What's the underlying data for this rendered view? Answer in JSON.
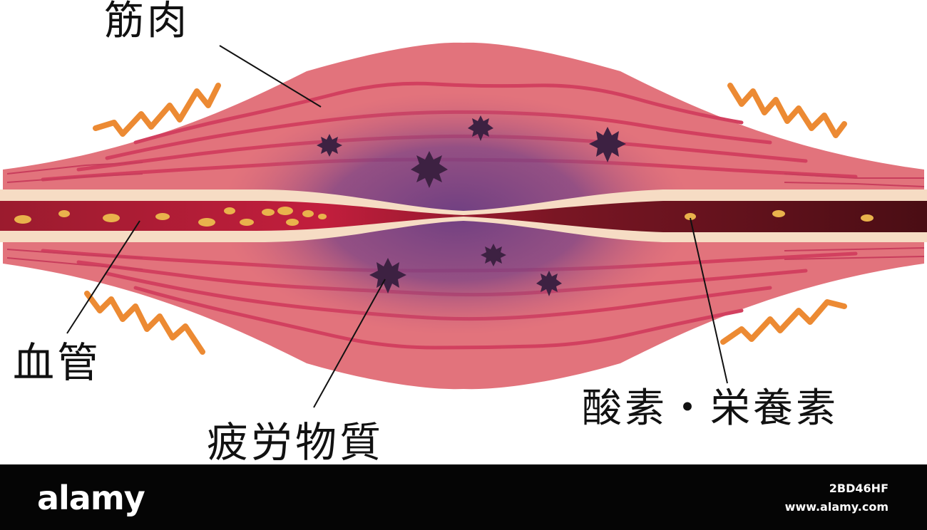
{
  "labels": {
    "muscle": "筋肉",
    "blood_vessel": "血管",
    "fatigue_substances": "疲労物質",
    "oxygen_nutrients": "酸素・栄養素"
  },
  "watermark": {
    "text": "alamy"
  },
  "footer": {
    "brand": "alamy",
    "image_id": "2BD46HF",
    "site": "www.alamy.com"
  },
  "colors": {
    "muscle": "#e2737c",
    "muscle_fiber": "#d2405f",
    "fatigue_zone": "#6a3d82",
    "fatigue_particle": "#3d2142",
    "vessel_wall": "#f6dcc4",
    "vessel_blood": "#6b1a22",
    "nutrient": "#e9b24c",
    "heat_squiggle": "#ec8a33",
    "footer_bg": "#050505"
  },
  "icons": [
    "fatigue-particle-icon",
    "nutrient-particle-icon",
    "heat-squiggle-icon"
  ]
}
